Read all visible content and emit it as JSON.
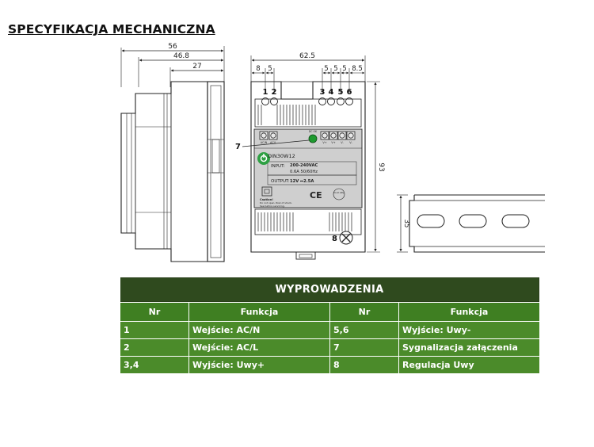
{
  "heading": "SPECYFIKACJA MECHANICZNA",
  "side_view": {
    "dim_total": "56",
    "dim_mid": "46.8",
    "dim_inner": "27"
  },
  "front_view": {
    "dim_width": "62.5",
    "dim_height": "93",
    "dims_top": [
      "8",
      "5",
      "5",
      "5",
      "5",
      "8.5"
    ],
    "pin_labels": [
      "1",
      "2",
      "3",
      "4",
      "5",
      "6"
    ],
    "terminal_small_labels": [
      "AC/N",
      "AC/L",
      "V+",
      "V+",
      "V-",
      "V-"
    ],
    "led_callout": "7",
    "led_label": "DC OK",
    "pot_callout": "8",
    "model": "DIN30W12",
    "input_label": "INPUT:",
    "input_value_1": "200-240VAC",
    "input_value_2": "0.6A  50/60Hz",
    "output_label": "OUTPUT:",
    "output_value": "12V ⎓2.5A",
    "caution_title": "Caution!",
    "caution_line_1": "Do not open. Risk of shock.",
    "caution_line_2": "See before servicing.",
    "ce_mark": "CE",
    "adj_label": "Vout ADJ."
  },
  "rail_view": {
    "dim_height": "35"
  },
  "pin_table": {
    "title": "WYPROWADZENIA",
    "headers": [
      "Nr",
      "Funkcja",
      "Nr",
      "Funkcja"
    ],
    "rows": [
      [
        "1",
        "Wejście: AC/N",
        "5,6",
        "Wyjście: Uwy-"
      ],
      [
        "2",
        "Wejście: AC/L",
        "7",
        "Sygnalizacja załączenia"
      ],
      [
        "3,4",
        "Wyjście: Uwy+",
        "8",
        "Regulacja Uwy"
      ]
    ]
  },
  "colors": {
    "table_title_bg": "#2f4a1e",
    "table_header_bg": "#3f7f22",
    "table_cell_bg": "#4b8b2a",
    "label_panel": "#cfcfcf",
    "led_green": "#1e9a2f"
  }
}
